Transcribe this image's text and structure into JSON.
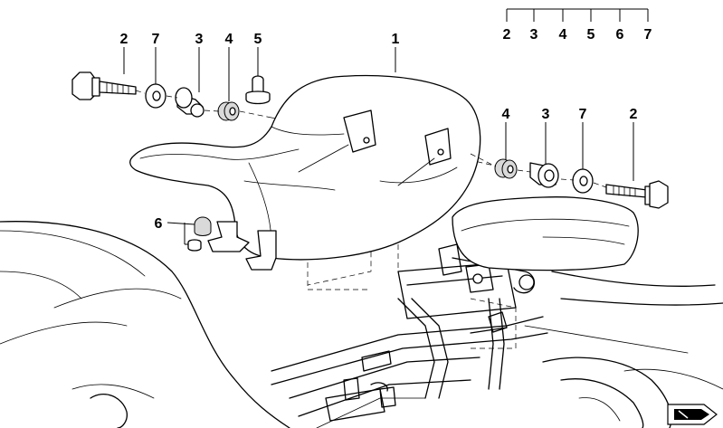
{
  "diagram": {
    "callouts_left": [
      "2",
      "7",
      "3",
      "4",
      "5"
    ],
    "callout_seat": "1",
    "callout_cap": "6",
    "callouts_right": [
      "4",
      "3",
      "7",
      "2"
    ],
    "set_bracket": [
      "2",
      "3",
      "4",
      "5",
      "6",
      "7"
    ]
  },
  "colors": {
    "line": "#000000",
    "background": "#ffffff",
    "shade": "#d9d9d9"
  },
  "icons": {
    "corner": "arrow-tag-icon"
  }
}
